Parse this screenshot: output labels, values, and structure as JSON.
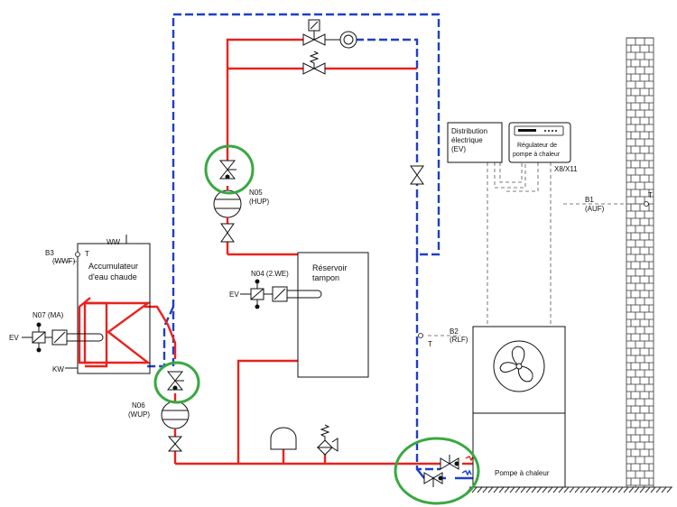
{
  "labels": {
    "ww": "WW",
    "kw": "KW",
    "b3_name": "B3",
    "b3_code": "(WWF)",
    "t_b3": "T",
    "accumulator_1": "Accumulateur",
    "accumulator_2": "d'eau chaude",
    "n07": "N07 (MA)",
    "ev_n07": "EV",
    "n06_name": "N06",
    "n06_code": "(WUP)",
    "n05_name": "N05",
    "n05_code": "(HUP)",
    "n04": "N04 (2.WE)",
    "ev_n04": "EV",
    "reservoir_1": "Réservoir",
    "reservoir_2": "tampon",
    "distribution_1": "Distribution",
    "distribution_2": "électrique",
    "distribution_3": "(EV)",
    "regulator_1": "Régulateur de",
    "regulator_2": "pompe à chaleur",
    "x8x11": "X8/X11",
    "b1_name": "B1",
    "b1_code": "(AUF)",
    "t_b1": "T",
    "b2_name": "B2",
    "b2_code": "(RLF)",
    "t_b2": "T",
    "heat_pump": "Pompe à chaleur"
  },
  "colors": {
    "supply": "#e8231f",
    "return": "#1f3fc8",
    "highlight": "#3aa842",
    "line": "#111111",
    "wall": "#333333"
  }
}
